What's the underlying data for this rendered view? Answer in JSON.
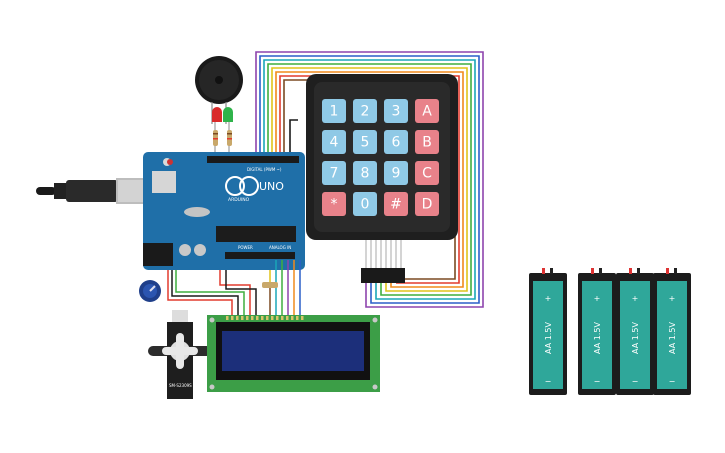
{
  "arduino": {
    "model_label": "UNO",
    "brand_label": "ARDUINO",
    "digital_header_label": "DIGITAL (PWM ~)",
    "power_header_label": "POWER",
    "analog_header_label": "ANALOG IN",
    "board_color": "#1f6fa8"
  },
  "keypad": {
    "keys": [
      "1",
      "2",
      "3",
      "A",
      "4",
      "5",
      "6",
      "B",
      "7",
      "8",
      "9",
      "C",
      "*",
      "0",
      "#",
      "D"
    ],
    "digit_color": "#8fc9e6",
    "letter_color": "#e8828a"
  },
  "servo": {
    "label": "SM-S2309S"
  },
  "battery": {
    "label": "AA 1.5V",
    "plus": "+",
    "minus": "−",
    "count": 4,
    "color": "#2fa79a"
  },
  "lcd": {
    "screen_color": "#1c2f7a",
    "pcb_color": "#3c9e47"
  },
  "wire_colors": [
    "#8e44ad",
    "#2b5fc9",
    "#1aa7b8",
    "#3fae3f",
    "#e0c41a",
    "#f08a1c",
    "#e23b2f",
    "#7b4a22"
  ]
}
